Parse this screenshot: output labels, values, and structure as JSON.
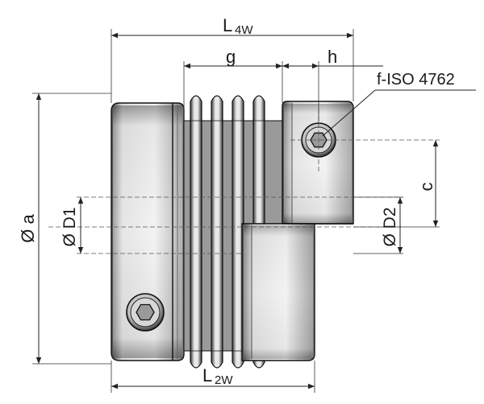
{
  "labels": {
    "L4W_main": "L",
    "L4W_sub": "4W",
    "g": "g",
    "h": "h",
    "screw": "f-ISO 4762",
    "c": "c",
    "a": "Ø a",
    "D1": "Ø D1",
    "D2": "Ø D2",
    "L2W_main": "L",
    "L2W_sub": "2W"
  },
  "colors": {
    "metal_dark": "#2b2b2b",
    "metal_mid": "#8c8c8c",
    "metal_light": "#e6e6e6",
    "line": "#222222"
  }
}
